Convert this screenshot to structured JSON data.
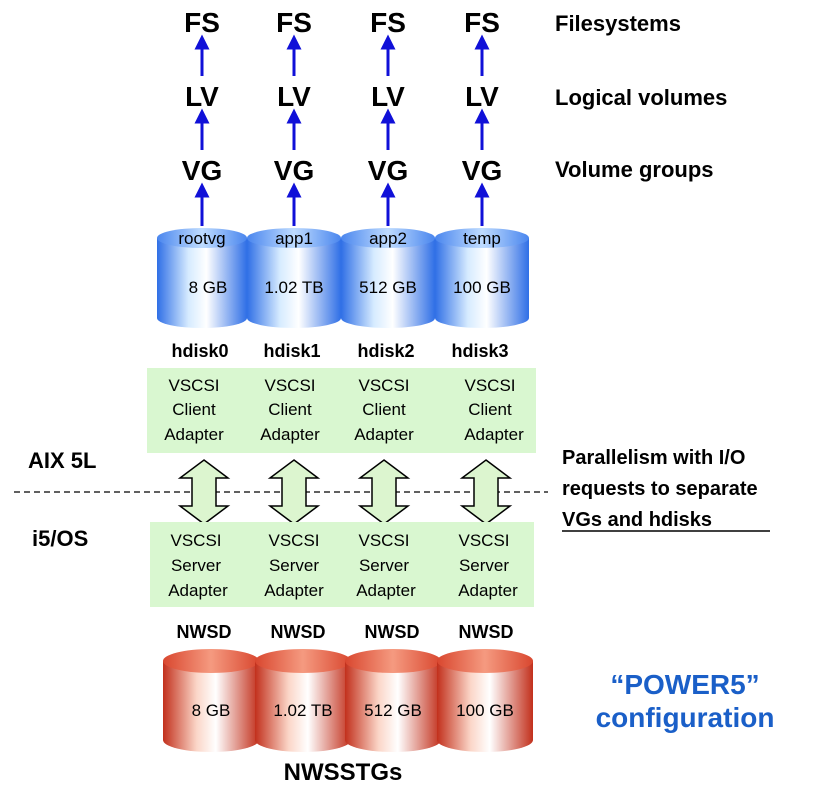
{
  "columns": [
    {
      "fs": "FS",
      "lv": "LV",
      "vg": "VG",
      "disk_name": "rootvg",
      "disk_size": "8 GB",
      "hdisk": "hdisk0",
      "client": [
        "VSCSI",
        "Client",
        "Adapter"
      ],
      "server": [
        "VSCSI",
        "Server",
        "Adapter"
      ],
      "nwsd": "NWSD",
      "storage_size": "8 GB"
    },
    {
      "fs": "FS",
      "lv": "LV",
      "vg": "VG",
      "disk_name": "app1",
      "disk_size": "1.02 TB",
      "hdisk": "hdisk1",
      "client": [
        "VSCSI",
        "Client",
        "Adapter"
      ],
      "server": [
        "VSCSI",
        "Server",
        "Adapter"
      ],
      "nwsd": "NWSD",
      "storage_size": "1.02 TB"
    },
    {
      "fs": "FS",
      "lv": "LV",
      "vg": "VG",
      "disk_name": "app2",
      "disk_size": "512 GB",
      "hdisk": "hdisk2",
      "client": [
        "VSCSI",
        "Client",
        "Adapter"
      ],
      "server": [
        "VSCSI",
        "Server",
        "Adapter"
      ],
      "nwsd": "NWSD",
      "storage_size": "512 GB"
    },
    {
      "fs": "FS",
      "lv": "LV",
      "vg": "VG",
      "disk_name": "temp",
      "disk_size": "100 GB",
      "hdisk": "hdisk3",
      "client": [
        "VSCSI",
        "Client",
        "Adapter"
      ],
      "server": [
        "VSCSI",
        "Server",
        "Adapter"
      ],
      "nwsd": "NWSD",
      "storage_size": "100 GB"
    }
  ],
  "row_labels": {
    "filesystems": "Filesystems",
    "logical_volumes": "Logical volumes",
    "volume_groups": "Volume groups"
  },
  "side_labels": {
    "aix": "AIX 5L",
    "i5os": "i5/OS"
  },
  "parallelism": [
    "Parallelism with I/O",
    "requests to separate",
    "VGs and hdisks"
  ],
  "power5": [
    "“POWER5”",
    "configuration"
  ],
  "footer": "NWSSTGs",
  "colors": {
    "arrow": "#1010d8",
    "blue_disk_light": "#d6ebff",
    "blue_disk_dark": "#2f6fe6",
    "adapter_bg": "#d9f7d0",
    "red_disk_light": "#fbd6c8",
    "red_disk_dark": "#c2301c",
    "double_arrow_fill": "#dcf5cf",
    "power5_text": "#1a5fc8"
  }
}
